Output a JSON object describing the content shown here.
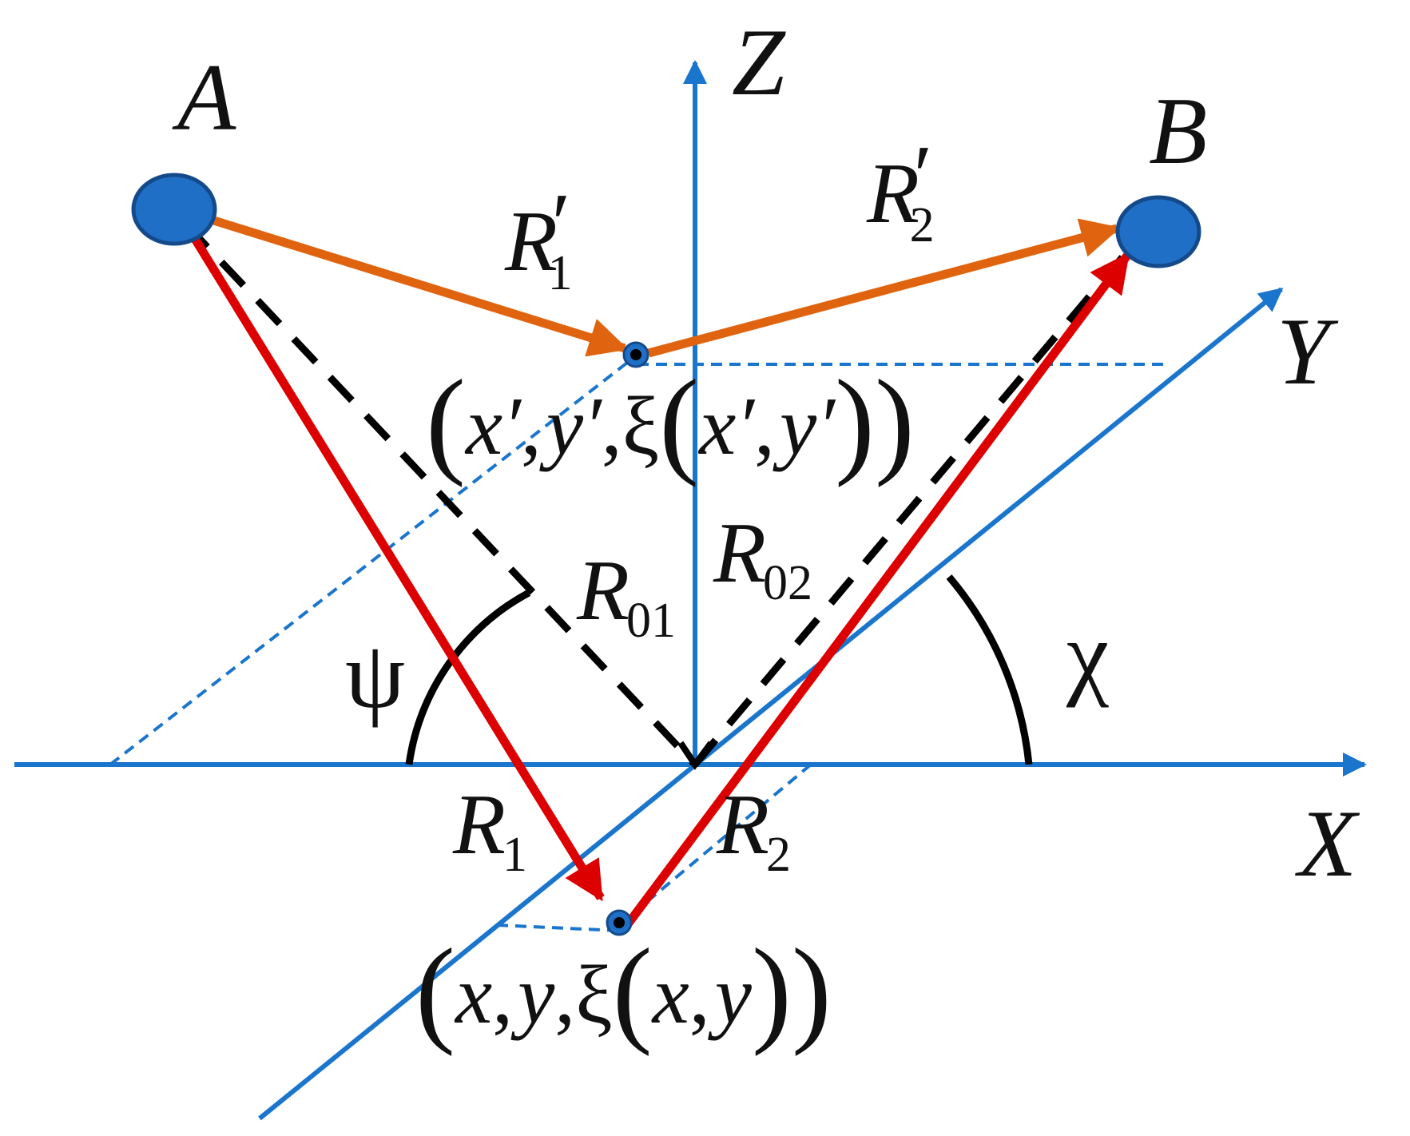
{
  "colors": {
    "axis": "#1a75cc",
    "orange": "#e0640f",
    "red": "#dd0000",
    "dashed": "#000000",
    "point_fill": "#1f6fc6",
    "point_stroke": "#144a8a"
  },
  "axes": {
    "z": "Z",
    "y": "Y",
    "x": "X"
  },
  "points": {
    "a": "A",
    "b": "B"
  },
  "vectors": {
    "r1p": {
      "main": "R",
      "prime": "′",
      "sub": "1"
    },
    "r2p": {
      "main": "R",
      "prime": "′",
      "sub": "2"
    },
    "r01": {
      "main": "R",
      "sub": "01"
    },
    "r02": {
      "main": "R",
      "sub": "02"
    },
    "r1": {
      "main": "R",
      "sub": "1"
    },
    "r2": {
      "main": "R",
      "sub": "2"
    }
  },
  "angles": {
    "psi": "ψ",
    "chi": "χ"
  },
  "coords": {
    "upper": {
      "open": "(",
      "xp": "x′",
      "c1": ",",
      "yp": "y′",
      "c2": ",",
      "xi": "ξ",
      "open2": "(",
      "xp2": "x′",
      "c3": ",",
      "yp2": "y′",
      "close2": ")",
      "close": ")"
    },
    "lower": {
      "open": "(",
      "x": "x",
      "c1": ",",
      "y": "y",
      "c2": ",",
      "xi": "ξ",
      "open2": "(",
      "x2": "x",
      "c3": ",",
      "y2": "y",
      "close2": ")",
      "close": ")"
    }
  }
}
